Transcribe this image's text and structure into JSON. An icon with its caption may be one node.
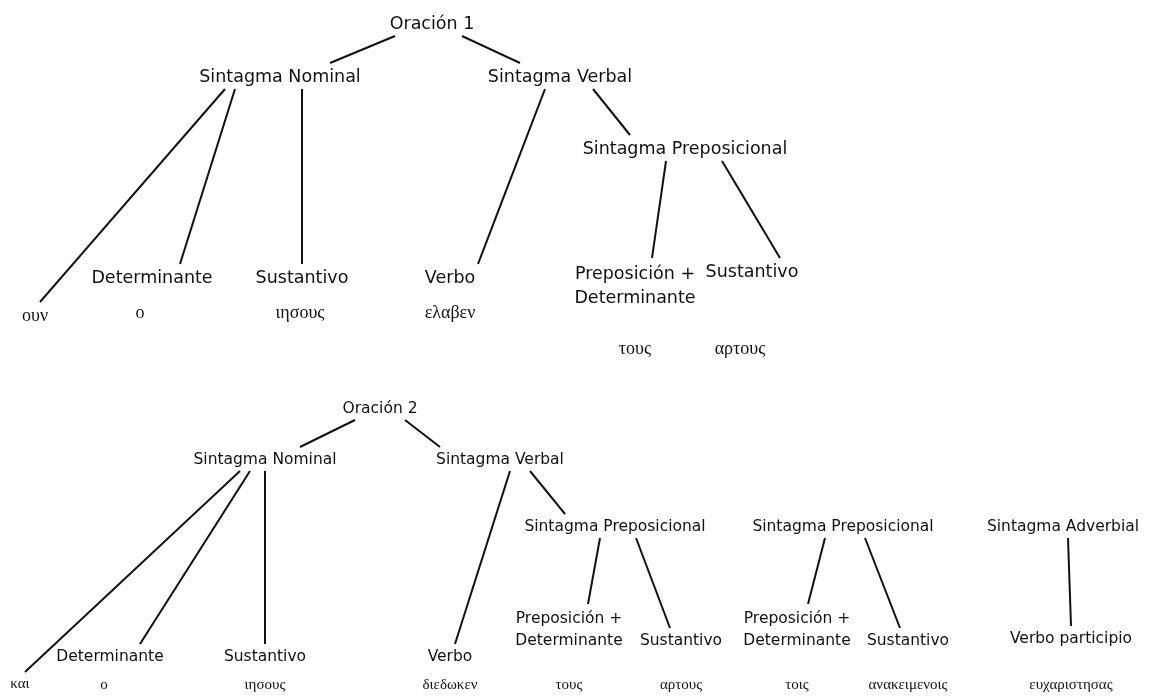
{
  "diagram": {
    "nodes": [
      {
        "text": [
          "Oración 1"
        ]
      },
      {
        "text": [
          "Sintagma Nominal"
        ]
      },
      {
        "text": [
          "Sintagma Verbal"
        ]
      },
      {
        "text": [
          "Sintagma Preposicional"
        ]
      },
      {
        "text": [
          "ουν"
        ]
      },
      {
        "text": [
          "Determinante"
        ],
        "beside": [
          "ο"
        ]
      },
      {
        "text": [
          "Sustantivo"
        ],
        "beside": [
          "ιησους"
        ]
      },
      {
        "text": [
          "Verbo"
        ],
        "beside": [
          "ελαβεν"
        ]
      },
      {
        "text": [
          "Preposición + Determinante"
        ],
        "beside": [
          "τους"
        ]
      },
      {
        "text": [
          "Sustantivo"
        ],
        "beside": [
          "αρτους"
        ]
      },
      {
        "text": [
          "Oración 2"
        ]
      },
      {
        "text": [
          "Sintagma Nominal"
        ]
      },
      {
        "text": [
          "Sintagma Verbal"
        ]
      },
      {
        "text": [
          "Sintagma Preposicional"
        ]
      },
      {
        "text": [
          "Sintagma Preposicional"
        ]
      },
      {
        "text": [
          "Sintagma Adverbial"
        ]
      },
      {
        "text": [
          "και"
        ]
      },
      {
        "text": [
          "Determinante"
        ],
        "beside": [
          "ο"
        ]
      },
      {
        "text": [
          "Sustantivo"
        ],
        "beside": [
          "ιησους"
        ]
      },
      {
        "text": [
          "Verbo"
        ],
        "beside": [
          "διεδωκεν"
        ]
      },
      {
        "text": [
          "Preposición + Determinante"
        ],
        "beside": [
          "τους"
        ]
      },
      {
        "text": [
          "Sustantivo"
        ],
        "beside": [
          "αρτους"
        ]
      },
      {
        "text": [
          "Preposición + Determinante"
        ],
        "beside": [
          "τοις"
        ]
      },
      {
        "text": [
          "Sustantivo"
        ],
        "beside": [
          "ανακειμενοις"
        ]
      },
      {
        "text": [
          "Verbo participio"
        ],
        "beside": [
          "ευχαριστησας"
        ]
      }
    ],
    "edges": [
      {
        "from": 0,
        "to": 1,
        "arrow": "none"
      },
      {
        "from": 0,
        "to": 2,
        "arrow": "none"
      },
      {
        "from": 1,
        "to": 4,
        "arrow": "none"
      },
      {
        "from": 1,
        "to": 5,
        "arrow": "none"
      },
      {
        "from": 1,
        "to": 6,
        "arrow": "none"
      },
      {
        "from": 2,
        "to": 7,
        "arrow": "none"
      },
      {
        "from": 2,
        "to": 3,
        "arrow": "none"
      },
      {
        "from": 3,
        "to": 8,
        "arrow": "none"
      },
      {
        "from": 3,
        "to": 9,
        "arrow": "none"
      },
      {
        "from": 10,
        "to": 11,
        "arrow": "none"
      },
      {
        "from": 10,
        "to": 12,
        "arrow": "none"
      },
      {
        "from": 11,
        "to": 16,
        "arrow": "none"
      },
      {
        "from": 11,
        "to": 17,
        "arrow": "none"
      },
      {
        "from": 11,
        "to": 18,
        "arrow": "none"
      },
      {
        "from": 12,
        "to": 19,
        "arrow": "none"
      },
      {
        "from": 12,
        "to": 13,
        "arrow": "none"
      },
      {
        "from": 13,
        "to": 20,
        "arrow": "none"
      },
      {
        "from": 13,
        "to": 21,
        "arrow": "none"
      },
      {
        "from": 14,
        "to": 22,
        "arrow": "none"
      },
      {
        "from": 14,
        "to": 23,
        "arrow": "none"
      },
      {
        "from": 15,
        "to": 24,
        "arrow": "none"
      }
    ]
  }
}
